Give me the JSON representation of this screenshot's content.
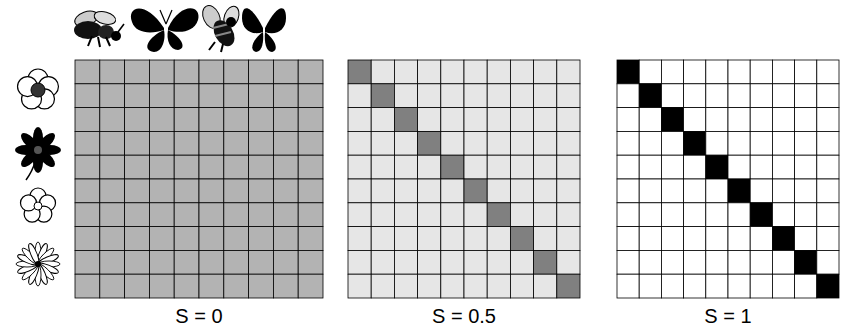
{
  "diagram": {
    "labels": [
      "S = 0",
      "S = 0.5",
      "S = 1"
    ]
  }
}
